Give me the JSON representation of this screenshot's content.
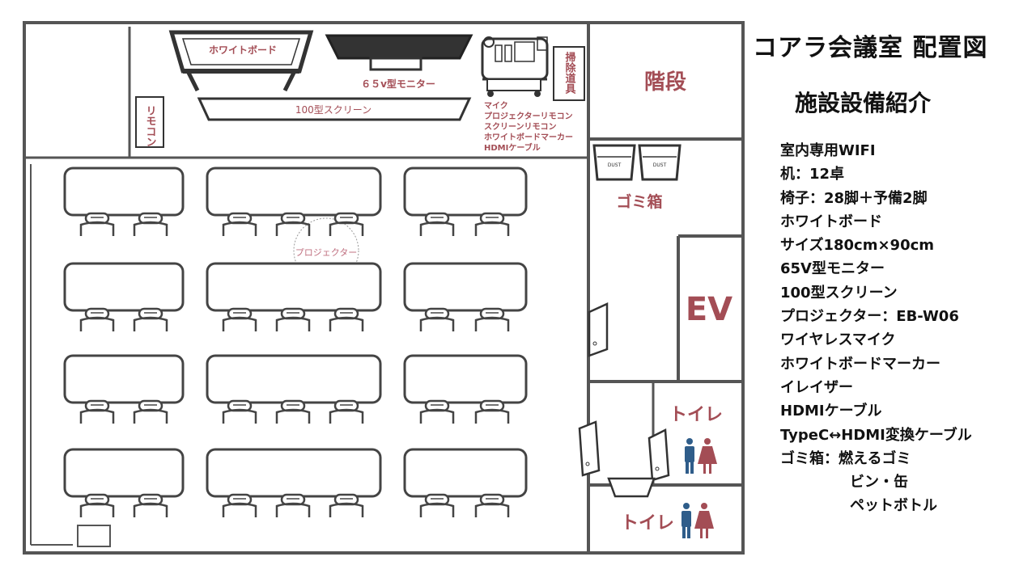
{
  "header": {
    "title": "コアラ会議室 配置図",
    "subtitle": "施設設備紹介"
  },
  "equipment_list": [
    "室内専用WIFI",
    "机：12卓",
    "椅子：28脚＋予備2脚",
    "ホワイトボード",
    "サイズ180cm×90cm",
    "65V型モニター",
    "100型スクリーン",
    "プロジェクター：EB-W06",
    "ワイヤレスマイク",
    "ホワイトボードマーカー",
    "イレイザー",
    "HDMIケーブル",
    "TypeC↔HDMI変換ケーブル",
    "ゴミ箱：燃えるゴミ",
    "ビン・缶",
    "ペットボトル"
  ],
  "floor_plan": {
    "whiteboard_label": "ホワイトボード",
    "monitor_label": "６５v型モニター",
    "screen_label": "100型スクリーン",
    "remote_label": "リモコン",
    "cleaning_label": "掃除道具",
    "cart_items": [
      "マイク",
      "プロジェクターリモコン",
      "スクリーンリモコン",
      "ホワイトボードマーカー",
      "HDMIケーブル"
    ],
    "projector_label": "プロジェクター",
    "stairs_label": "階段",
    "trash_label": "ゴミ箱",
    "dust_label": "DUST",
    "ev_label": "EV",
    "toilet_label": "トイレ"
  },
  "colors": {
    "accent": "#a34d55",
    "wall": "#555555",
    "male": "#2f5d8a",
    "female": "#a34d55"
  }
}
